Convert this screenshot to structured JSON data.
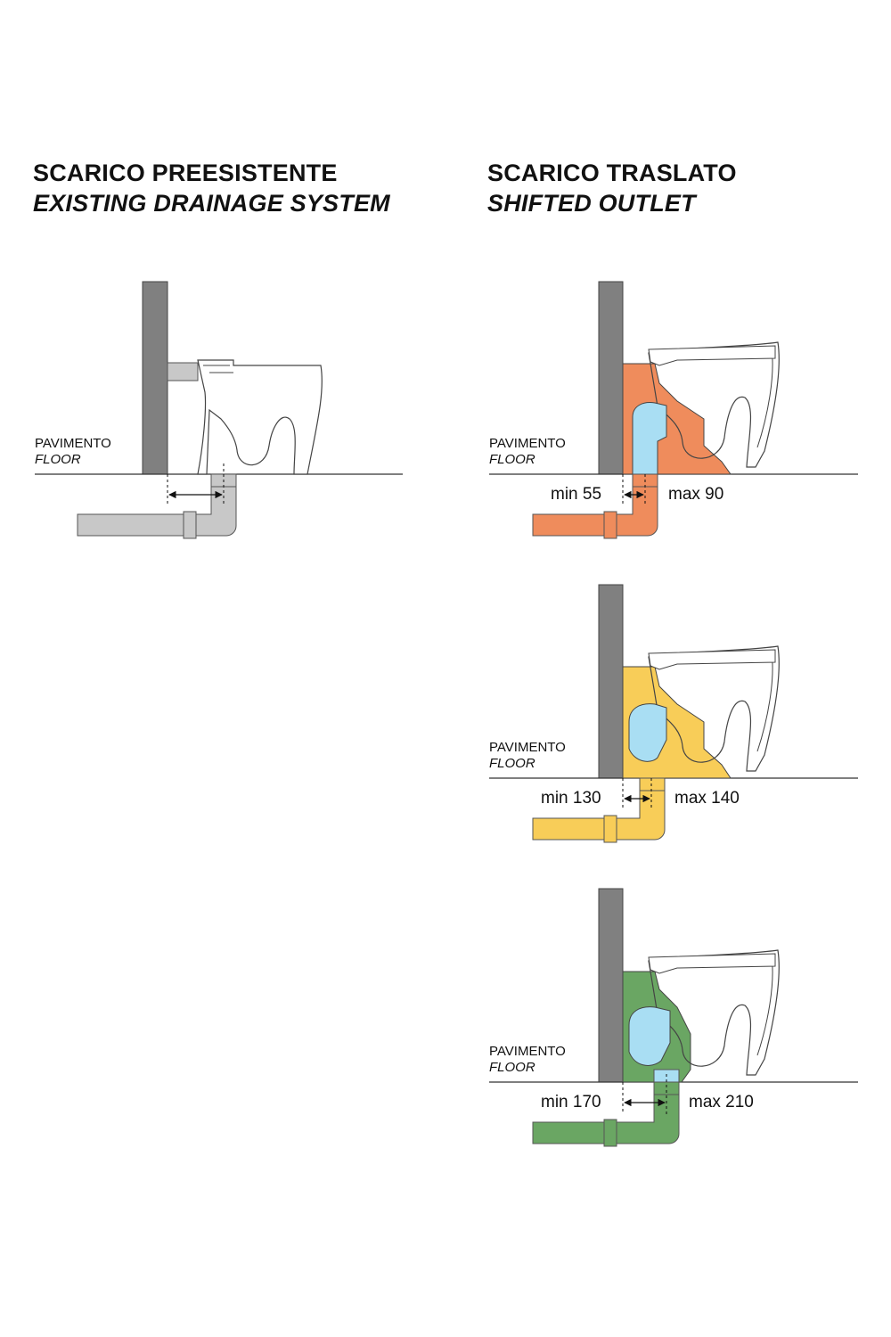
{
  "left": {
    "title": "SCARICO PREESISTENTE",
    "subtitle": "EXISTING DRAINAGE SYSTEM",
    "floor_label": "PAVIMENTO",
    "floor_label_en": "FLOOR"
  },
  "right": {
    "title": "SCARICO TRASLATO",
    "subtitle": "SHIFTED OUTLET",
    "diagrams": [
      {
        "floor_label": "PAVIMENTO",
        "floor_label_en": "FLOOR",
        "min_label": "min 55",
        "max_label": "max 90",
        "color": "#ef8c5c"
      },
      {
        "floor_label": "PAVIMENTO",
        "floor_label_en": "FLOOR",
        "min_label": "min 130",
        "max_label": "max 140",
        "color": "#f8cd58"
      },
      {
        "floor_label": "PAVIMENTO",
        "floor_label_en": "FLOOR",
        "min_label": "min 170",
        "max_label": "max 210",
        "color": "#6aa663"
      }
    ]
  },
  "colors": {
    "wall": "#808080",
    "existing_pipe": "#c8c8c8",
    "fitting_inner": "#a9def3",
    "outline": "#3a3a3a"
  }
}
